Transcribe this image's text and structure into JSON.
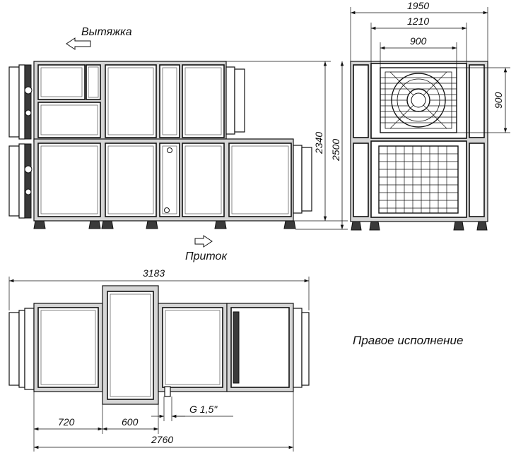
{
  "labels": {
    "exhaust": "Вытяжка",
    "supply": "Приток",
    "version": "Правое исполнение",
    "pipe": "G 1,5\""
  },
  "dimensions": {
    "width_total": "1950",
    "width_inner": "1210",
    "fan_width": "900",
    "fan_height": "900",
    "height_lower": "2340",
    "height_total": "2500",
    "length_total": "3183",
    "length_body": "2760",
    "offset_section": "720",
    "section_width": "600"
  }
}
